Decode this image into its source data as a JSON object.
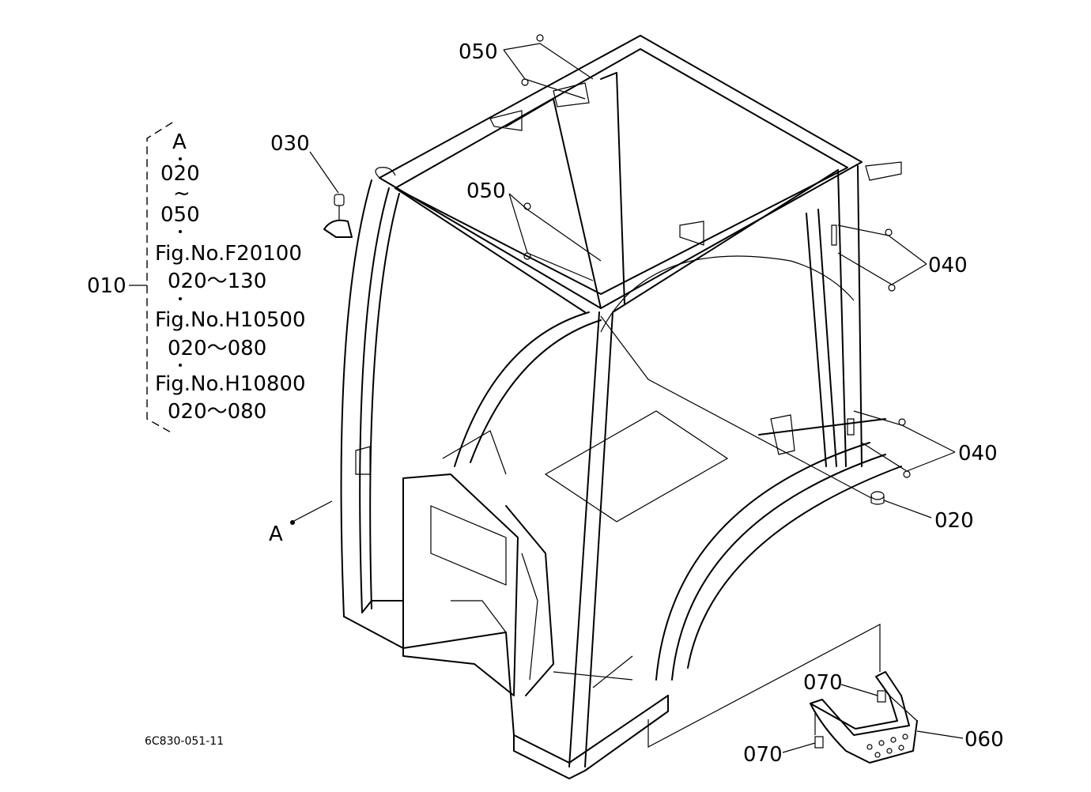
{
  "callouts": {
    "c050_top": "050",
    "c050_mid": "050",
    "c030": "030",
    "c040_top": "040",
    "c040_bot": "040",
    "c020": "020",
    "c070_top": "070",
    "c070_bot": "070",
    "c060": "060",
    "c010": "010",
    "ref_a": "A"
  },
  "group_010": {
    "a": "A",
    "from": "020",
    "tilde": "~",
    "to": "050",
    "fig1": "Fig.No.F20100",
    "fig1_range": "020～130",
    "fig2": "Fig.No.H10500",
    "fig2_range": "020～080",
    "fig3": "Fig.No.H10800",
    "fig3_range": "020～080"
  },
  "drawing_number": "6C830-051-11"
}
